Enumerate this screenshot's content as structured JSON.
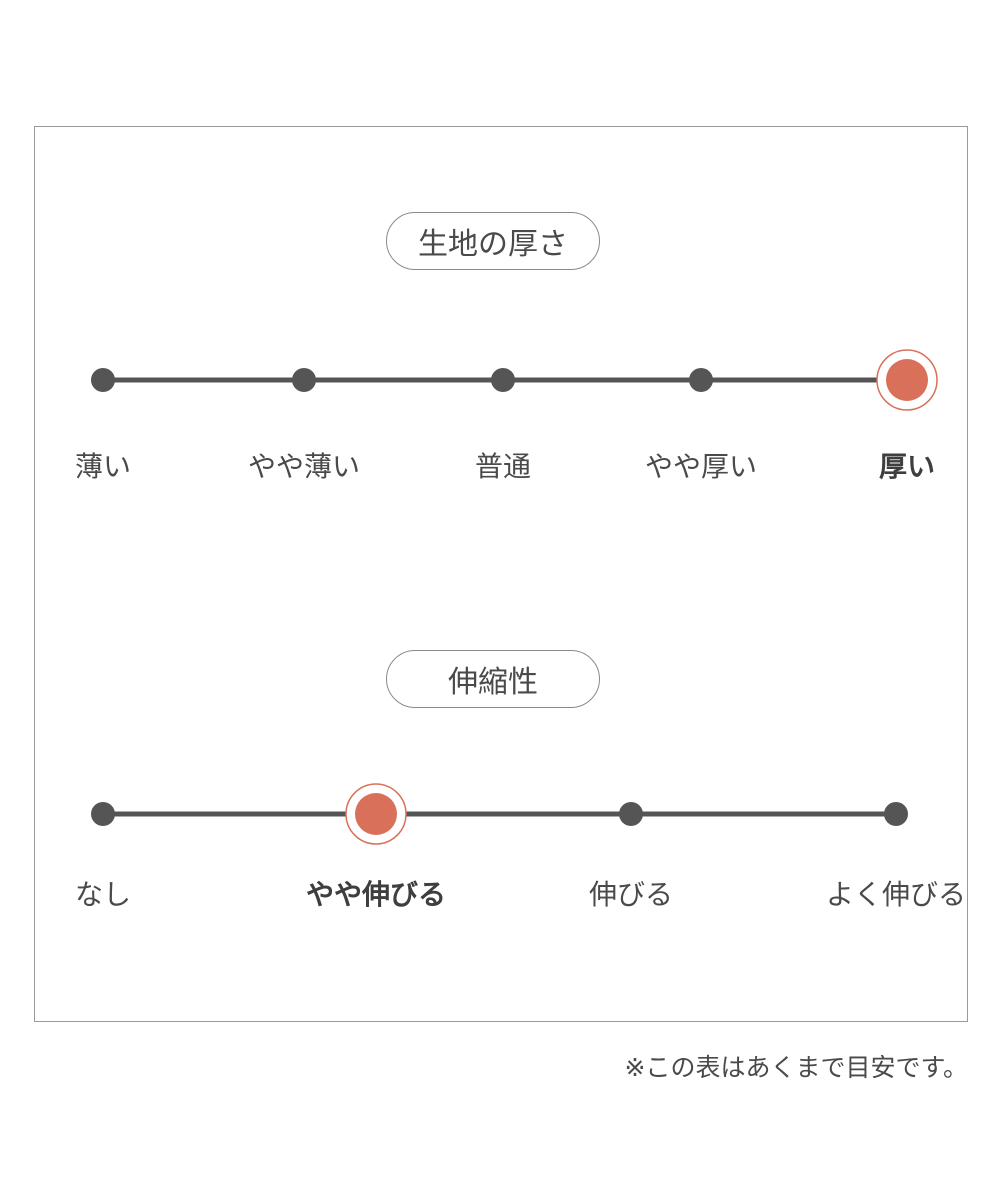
{
  "colors": {
    "line": "#555555",
    "dot": "#555555",
    "selected": "#d9705a",
    "selected_ring": "#d9705a",
    "border": "#9a9a9a"
  },
  "sections": [
    {
      "title": "生地の厚さ",
      "options": [
        "薄い",
        "やや薄い",
        "普通",
        "やや厚い",
        "厚い"
      ],
      "selected_index": 4
    },
    {
      "title": "伸縮性",
      "options": [
        "なし",
        "やや伸びる",
        "伸びる",
        "よく伸びる"
      ],
      "selected_index": 1
    }
  ],
  "note": "※この表はあくまで目安です。"
}
